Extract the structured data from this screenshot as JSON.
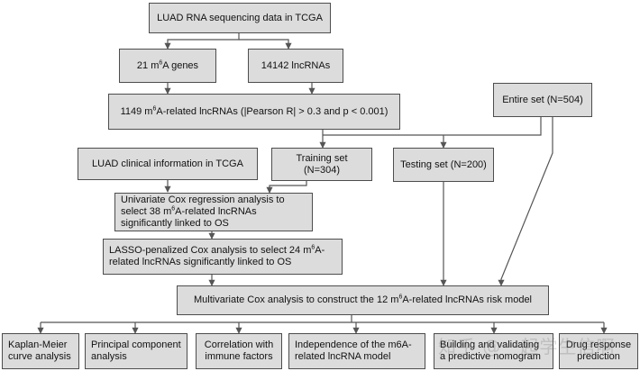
{
  "nodes": {
    "tcga_rna": "LUAD RNA sequencing data in TCGA",
    "m6a_genes": [
      "21 m",
      "6",
      "A genes"
    ],
    "lncrnas": "14142 lncRNAs",
    "related": [
      "1149 m",
      "6",
      "A-related lncRNAs (|Pearson R| > 0.3 and p < 0.001)"
    ],
    "entire_set": "Entire set (N=504)",
    "clinical": "LUAD clinical information in TCGA",
    "training": "Training set (N=304)",
    "testing": "Testing set (N=200)",
    "univariate": [
      "Univariate  Cox regression analysis to select 38 m",
      "6",
      "A-related lncRNAs significantly linked to OS"
    ],
    "lasso": [
      "LASSO-penalized Cox analysis to select 24 m",
      "6",
      "A-related lncRNAs significantly linked to OS"
    ],
    "multivariate": [
      "Multivariate  Cox analysis to construct the 12 m",
      "6",
      "A-related lncRNAs risk model"
    ],
    "km": "Kaplan-Meier curve analysis",
    "pca": "Principal component analysis",
    "immune": "Correlation with immune factors",
    "independence": "Independence of the m6A-related lncRNA model",
    "nomogram": "Building and validating a predictive nomogram",
    "drug": "Drug response prediction"
  },
  "watermark": "知乎 @一起学生信啊",
  "colors": {
    "box_fill": "#dcdcdc",
    "box_border": "#4d4d4d",
    "arrow": "#555555"
  }
}
